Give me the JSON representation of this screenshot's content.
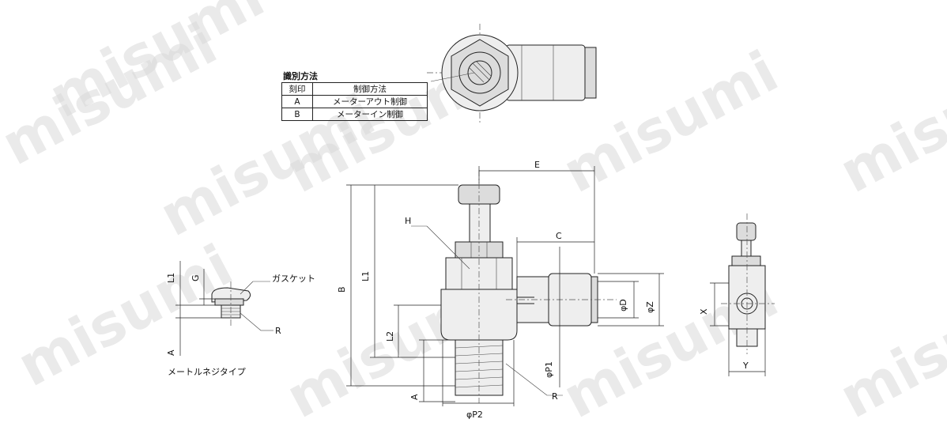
{
  "watermark": "misumi",
  "id_table": {
    "title": "識別方法",
    "headers": [
      "刻印",
      "制御方法"
    ],
    "rows": [
      [
        "A",
        "メーターアウト制御"
      ],
      [
        "B",
        "メーターイン制御"
      ]
    ]
  },
  "labels": {
    "E": "E",
    "C": "C",
    "H": "H",
    "B": "B",
    "L1": "L1",
    "L2": "L2",
    "phiD": "φD",
    "phiZ": "φZ",
    "phiP1": "φP1",
    "phiP2": "φP2",
    "R": "R",
    "A": "A",
    "X": "X",
    "Y": "Y",
    "G": "G",
    "gasket": "ガスケット",
    "metric_note": "メートルネジタイプ"
  }
}
